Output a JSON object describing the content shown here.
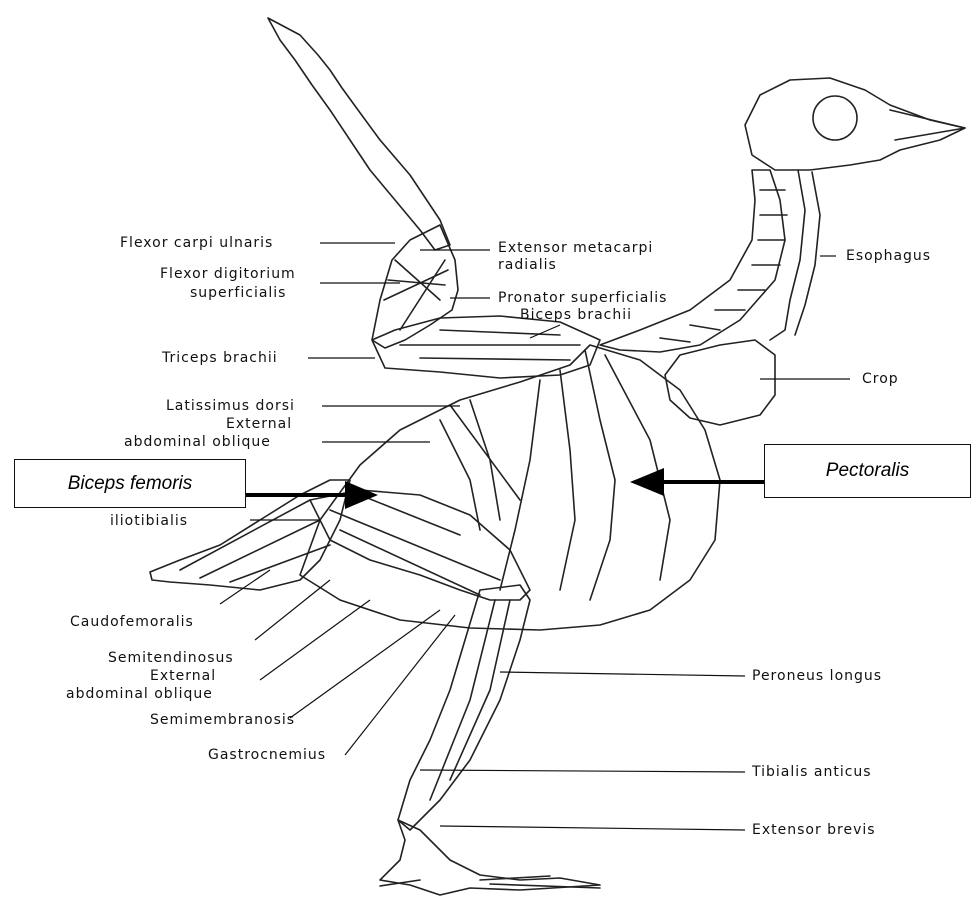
{
  "labels": {
    "flexor_carpi_ulnaris": "Flexor carpi ulnaris",
    "flexor_digitorum_1": "Flexor digitorium",
    "flexor_digitorum_2": "superficialis",
    "triceps_brachii": "Triceps brachii",
    "latissimus_dorsi": "Latissimus dorsi",
    "external_oblique_upper_1": "External",
    "external_oblique_upper_2": "abdominal oblique",
    "iliotibialis_partial": "iliotibialis",
    "caudofemoralis": "Caudofemoralis",
    "semitendinosus": "Semitendinosus",
    "external_oblique_lower_1": "External",
    "external_oblique_lower_2": "abdominal oblique",
    "semimembranosis": "Semimembranosis",
    "gastrocnemius": "Gastrocnemius",
    "extensor_metacarpi_1": "Extensor metacarpi",
    "extensor_metacarpi_2": "radialis",
    "pronator_superficialis": "Pronator superficialis",
    "biceps_brachii": "Biceps brachii",
    "esophagus": "Esophagus",
    "crop": "Crop",
    "peroneus_longus": "Peroneus longus",
    "tibialis_anticus": "Tibialis anticus",
    "extensor_brevis": "Extensor brevis"
  },
  "callouts": {
    "biceps_femoris": "Biceps femoris",
    "pectoralis": "Pectoralis"
  }
}
